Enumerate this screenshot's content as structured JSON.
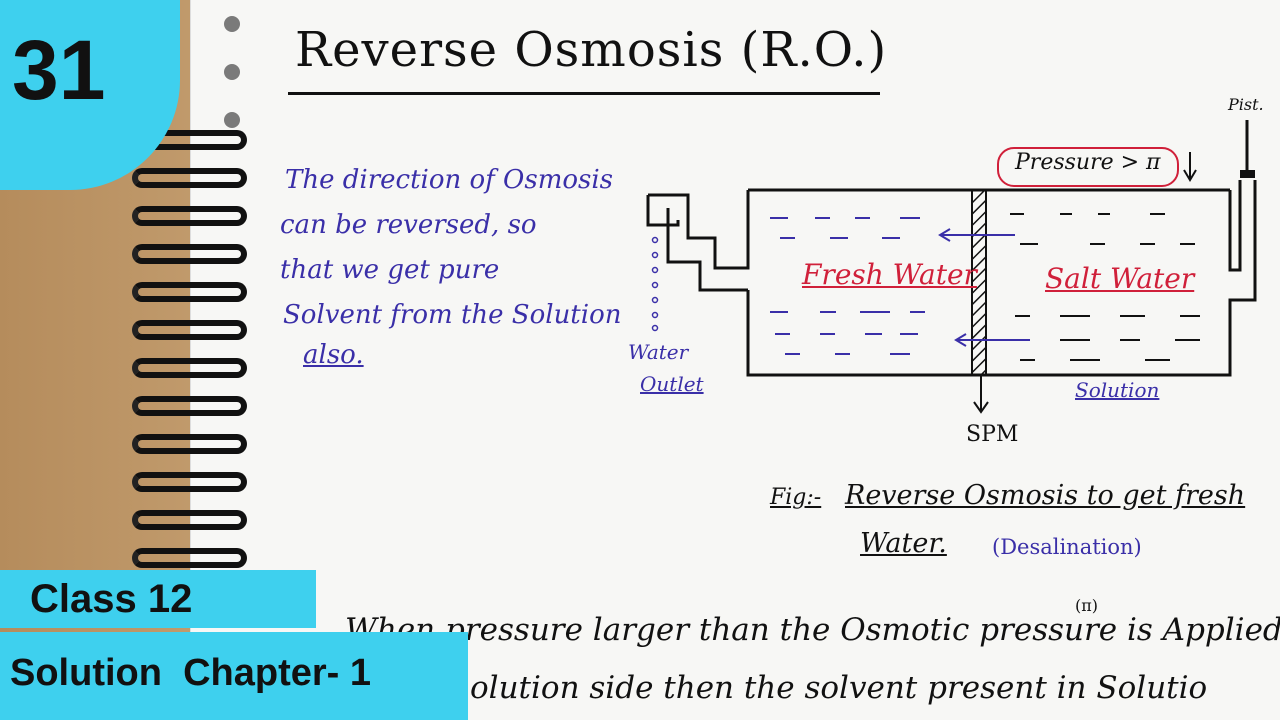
{
  "badge": {
    "number": "31"
  },
  "title": "Reverse Osmosis (R.O.)",
  "left_text": [
    "The direction of Osmosis",
    "can be reversed, so",
    "that we get pure",
    "Solvent from the Solution",
    "also."
  ],
  "diagram": {
    "pressure_label": "Pressure > π",
    "piston_label": "Pist.",
    "fresh_water": "Fresh Water",
    "salt_water": "Salt Water",
    "outlet_line1": "Water",
    "outlet_line2": "Outlet",
    "spm": "SPM",
    "solution": "Solution"
  },
  "figure_caption": {
    "prefix": "Fig:-",
    "line1": "Reverse Osmosis to get fresh",
    "line2": "Water.",
    "paren": "(Desalination)"
  },
  "bottom_text": {
    "line1": "When pressure larger than the Osmotic pressure is Applied",
    "pi_mark": "(π)",
    "line2": "olution side then the solvent present in Solutio"
  },
  "labels": {
    "class": "Class 12",
    "chapter": "Solution  Chapter- 1"
  },
  "colors": {
    "accent": "#3ed0ee",
    "ink_blue": "#3a2fa8",
    "ink_red": "#d0203a"
  }
}
